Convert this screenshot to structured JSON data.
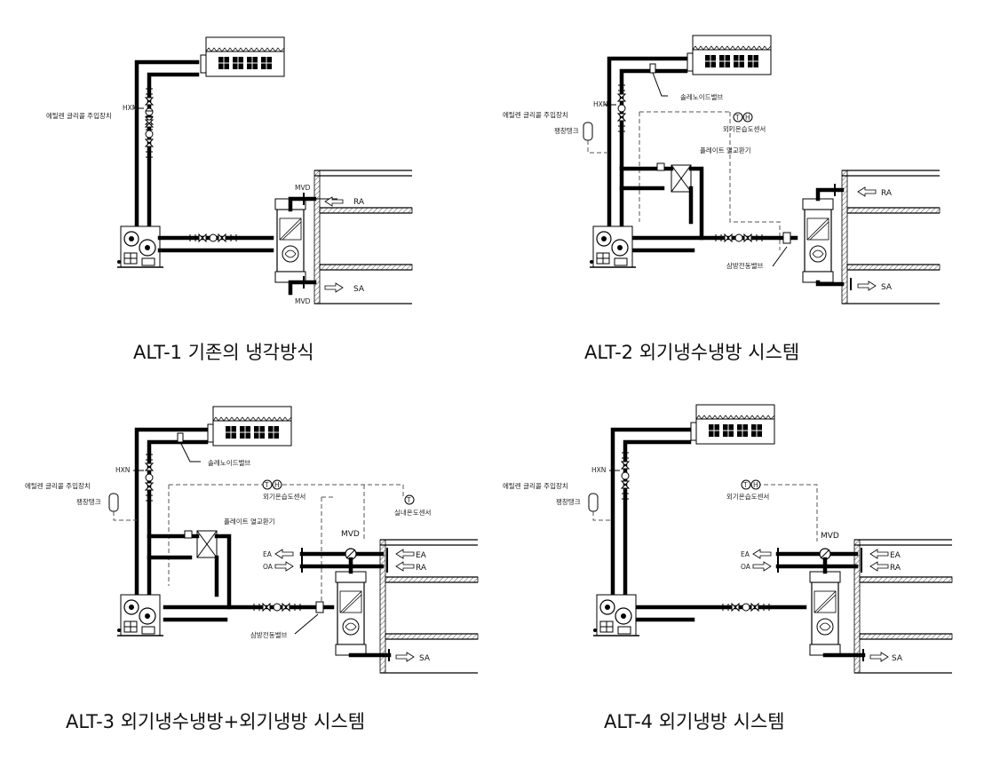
{
  "panels": [
    {
      "caption": "ALT-1 기존의 냉각방식",
      "labels": {
        "glycol_injector": "에틸렌 글리콜 주입장치",
        "mvd_top": "MVD",
        "mvd_bottom": "MVD",
        "ra": "RA",
        "sa": "SA",
        "hxn": "HXN"
      }
    },
    {
      "caption": "ALT-2 외기냉수냉방 시스템",
      "labels": {
        "glycol_injector": "에틸렌 글리콜 주입장치",
        "expansion_tank": "팽창탱크",
        "solenoid_valve": "솔레노이드밸브",
        "outdoor_sensor": "외기온습도센서",
        "plate_hx": "플레이트 열교환기",
        "three_way_valve": "삼방전동밸브",
        "ra": "RA",
        "sa": "SA",
        "hxn": "HXN",
        "t": "T",
        "h": "H"
      }
    },
    {
      "caption": "ALT-3 외기냉수냉방+외기냉방 시스템",
      "labels": {
        "glycol_injector": "에틸렌 글리콜 주입장치",
        "expansion_tank": "팽창탱크",
        "solenoid_valve": "솔레노이드밸브",
        "outdoor_sensor": "외기온습도센서",
        "indoor_sensor": "실내온도센서",
        "plate_hx": "플레이트 열교환기",
        "three_way_valve": "삼방전동밸브",
        "mvd": "MVD",
        "ea_left": "EA",
        "oa_left": "OA",
        "ea_right": "EA",
        "ra": "RA",
        "sa": "SA",
        "hxn": "HXN",
        "t": "T",
        "h": "H",
        "t2": "T"
      }
    },
    {
      "caption": "ALT-4 외기냉방 시스템",
      "labels": {
        "glycol_injector": "에틸렌 글리콜 주입장치",
        "expansion_tank": "팽창탱크",
        "outdoor_sensor": "외기온습도센서",
        "mvd": "MVD",
        "ea_left": "EA",
        "oa_left": "OA",
        "ea_right": "EA",
        "ra": "RA",
        "sa": "SA",
        "hxn": "HXN",
        "t": "T",
        "h": "H"
      }
    }
  ]
}
